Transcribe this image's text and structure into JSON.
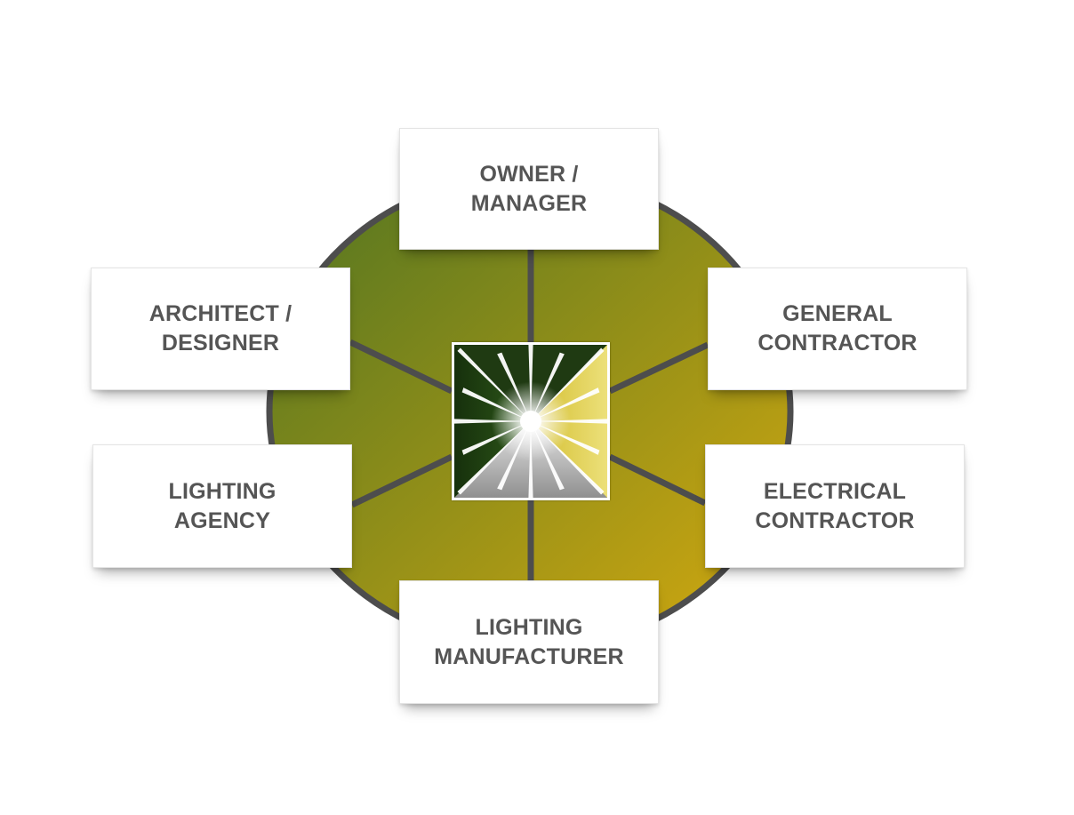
{
  "diagram": {
    "roles": {
      "top": {
        "line1": "OWNER /",
        "line2": "MANAGER"
      },
      "upper_left": {
        "line1": "ARCHITECT /",
        "line2": "DESIGNER"
      },
      "upper_right": {
        "line1": "GENERAL",
        "line2": "CONTRACTOR"
      },
      "lower_left": {
        "line1": "LIGHTING",
        "line2": "AGENCY"
      },
      "lower_right": {
        "line1": "ELECTRICAL",
        "line2": "CONTRACTOR"
      },
      "bottom": {
        "line1": "LIGHTING",
        "line2": "MANUFACTURER"
      }
    },
    "colors": {
      "wheel_left": "#4f7422",
      "wheel_right": "#d6aa0f",
      "wheel_border": "#4d4d4d",
      "spoke": "#4d4d4d",
      "label_text": "#555555",
      "logo_dark_green": "#1f3a12",
      "logo_yellow": "#e2cf4a",
      "logo_gray": "#a9a9a9"
    },
    "icons": {
      "center": "starburst-logo-icon"
    }
  }
}
